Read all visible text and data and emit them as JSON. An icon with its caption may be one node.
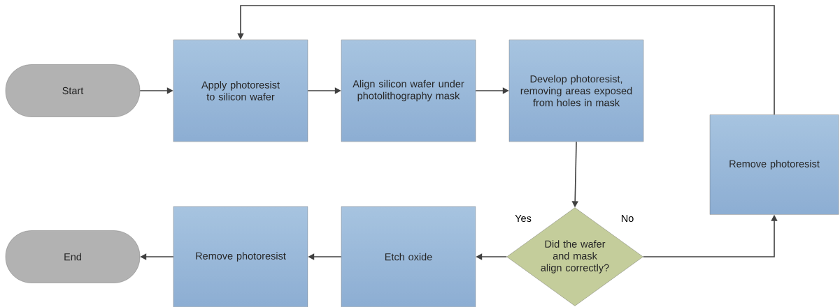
{
  "diagram": {
    "nodes": [
      {
        "text": [
          "Start"
        ]
      },
      {
        "text": [
          "Apply photoresist to silicon wafer"
        ]
      },
      {
        "text": [
          "Align silicon wafer under photolithography mask"
        ]
      },
      {
        "text": [
          "Develop photoresist, removing areas exposed from holes in mask"
        ]
      },
      {
        "text": [
          "Did the wafer and mask align correctly?"
        ]
      },
      {
        "text": [
          "Remove photoresist"
        ]
      },
      {
        "text": [
          "Etch oxide"
        ]
      },
      {
        "text": [
          "Remove photoresist"
        ]
      },
      {
        "text": [
          "End"
        ]
      }
    ],
    "edges": [
      {
        "from": 0,
        "to": 1,
        "arrow": "to"
      },
      {
        "from": 1,
        "to": 2,
        "arrow": "to"
      },
      {
        "from": 2,
        "to": 3,
        "arrow": "to"
      },
      {
        "from": 3,
        "to": 4,
        "arrow": "to"
      },
      {
        "from": 4,
        "to": 6,
        "arrow": "to",
        "label": "Yes"
      },
      {
        "from": 4,
        "to": 5,
        "arrow": "to",
        "label": "No"
      },
      {
        "from": 5,
        "to": 1,
        "arrow": "to"
      },
      {
        "from": 6,
        "to": 7,
        "arrow": "to"
      },
      {
        "from": 7,
        "to": 8,
        "arrow": "to"
      }
    ]
  }
}
